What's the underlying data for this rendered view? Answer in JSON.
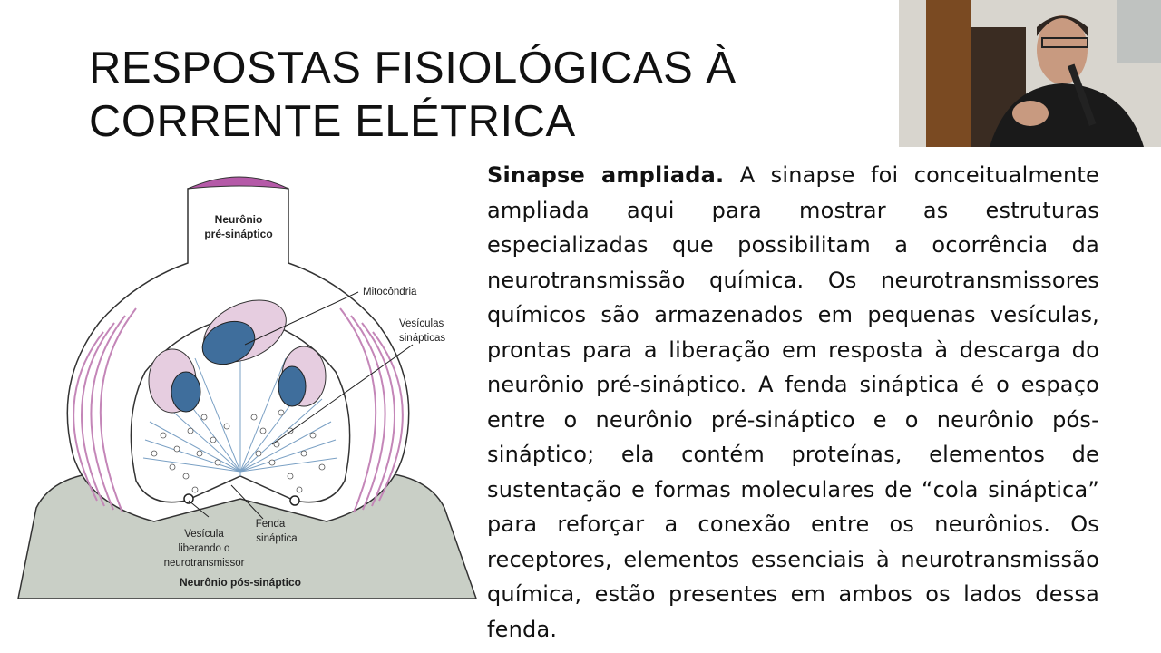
{
  "slide": {
    "title_lines": [
      "RESPOSTAS FISIOLÓGICAS À",
      "CORRENTE ELÉTRICA"
    ],
    "body_lead": "Sinapse ampliada.",
    "body_text": " A sinapse foi conceitualmente ampliada aqui para mostrar as estruturas especializadas que possibilitam a ocorrência da neurotransmissão química. Os neurotransmissores químicos são armazenados em pequenas vesículas, prontas para a liberação em resposta à descarga do neurônio pré-sináptico. A fenda sináptica é o espaço entre o neurônio pré-sináptico e o neurônio pós-sináptico; ela contém proteínas, elementos de sustentação e formas moleculares de “cola sináptica” para reforçar a conexão entre os neurônios. Os receptores, elementos essenciais à neurotransmissão química, estão presentes em ambos os lados dessa fenda."
  },
  "diagram": {
    "label_pre_line1": "Neurônio",
    "label_pre_line2": "pré-sináptico",
    "label_mito": "Mitocôndria",
    "label_ves_line1": "Vesículas",
    "label_ves_line2": "sinápticas",
    "label_release_line1": "Vesícula",
    "label_release_line2": "liberando o",
    "label_release_line3": "neurotransmissor",
    "label_cleft_line1": "Fenda",
    "label_cleft_line2": "sináptica",
    "label_post": "Neurônio pós-sináptico",
    "colors": {
      "post_fill": "#c9cfc6",
      "pink": "#c486b8",
      "mito": "#3f6e9c",
      "mito_halo": "#e6cde0"
    }
  }
}
